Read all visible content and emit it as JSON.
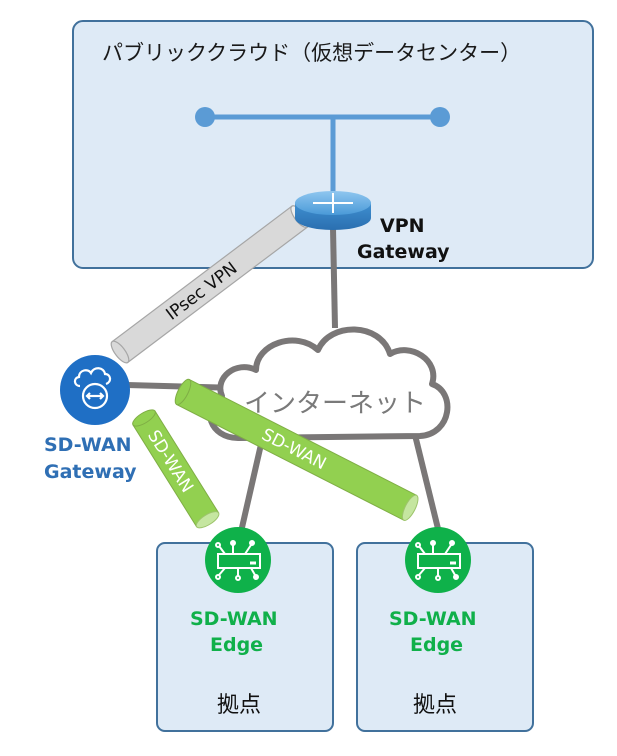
{
  "colors": {
    "zone_fill": "#deeaf6",
    "zone_stroke": "#41719c",
    "lan_blue": "#5b9bd5",
    "link_gray": "#7a7777",
    "ipsec_tube": "#d9d9d9",
    "sdwan_tube": "#92d050",
    "sdwan_gateway": "#1f6fc5",
    "sdwan_edge": "#0fb14a"
  },
  "public_cloud": {
    "title": "パブリッククラウド（仮想データセンター）",
    "router_icon": "router-icon",
    "vpn_gateway_label": [
      "VPN",
      "Gateway"
    ]
  },
  "internet": {
    "label": "インターネット",
    "icon": "cloud-outline-icon"
  },
  "sdwan_gateway": {
    "icon": "cloud-exchange-icon",
    "label": [
      "SD-WAN",
      "Gateway"
    ]
  },
  "tunnels": {
    "ipsec": "IPsec VPN",
    "sdwan_main": "SD-WAN",
    "sdwan_side": "SD-WAN"
  },
  "sites": [
    {
      "icon": "sdwan-edge-device-icon",
      "label": [
        "SD-WAN",
        "Edge"
      ],
      "site_name": "拠点"
    },
    {
      "icon": "sdwan-edge-device-icon",
      "label": [
        "SD-WAN",
        "Edge"
      ],
      "site_name": "拠点"
    }
  ]
}
